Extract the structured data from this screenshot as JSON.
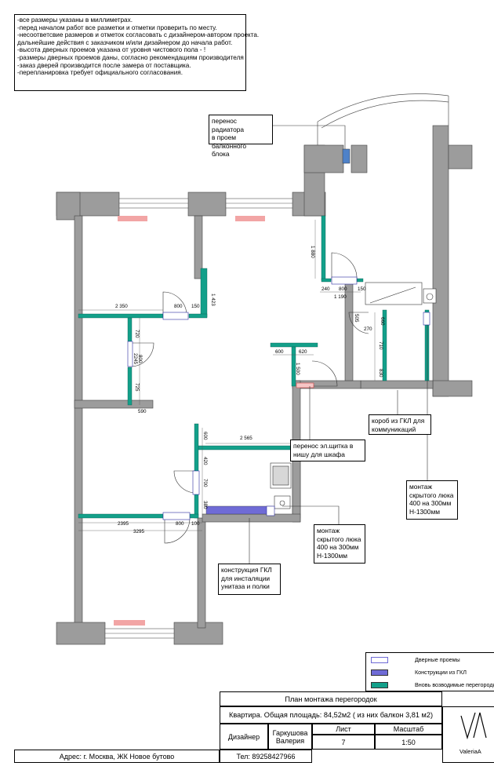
{
  "notes": [
    "-все размеры указаны в миллиметрах.",
    "-перед началом работ все разметки и отметки проверить по месту.",
    "-несоответсвие размеров и отметок согласовать с дизайнером-автором проекта.",
    "дальнейшие действия с заказчиком и/или дизайнером до начала работ.",
    "-высота дверных проемов указана от уровня чистового пола - !",
    "-размеры дверных проемов даны, согласно рекомендациям производителя",
    "-заказ дверей производится после замера от поставщика.",
    "-перепланировка требует официального согласования."
  ],
  "callouts": {
    "radiator": [
      "перенос радиатора",
      "в проем балконного",
      "блока"
    ],
    "panel": [
      "перенос эл.щитка в",
      "нишу для шкафа"
    ],
    "duct": [
      "короб из ГКЛ для",
      "коммуникаций"
    ],
    "hatch_right": [
      "монтаж",
      "скрытого люка",
      "400 на 300мм",
      "Н-1300мм"
    ],
    "hatch_center": [
      "монтаж",
      "скрытого люка",
      "400 на 300мм",
      "Н-1300мм"
    ],
    "gkl": [
      "конструкция ГКЛ",
      "для инсталяции",
      "унитаза и полки"
    ]
  },
  "dimensions": {
    "d2350": "2 350",
    "d800a": "800",
    "d150a": "150",
    "d1423": "1 423",
    "d720": "720",
    "d2245": "2245",
    "d800b": "800",
    "d725": "725",
    "d590": "590",
    "d1880": "1 880",
    "d240": "240",
    "d800c": "800",
    "d150b": "150",
    "d1190": "1 190",
    "d505": "505",
    "d660": "660",
    "d270": "270",
    "d710": "710",
    "d830": "830",
    "d600": "600",
    "d620": "620",
    "d1500": "1 500",
    "d600b": "600",
    "d2565": "2 565",
    "d420": "420",
    "d700": "700",
    "d380": "380",
    "d2395": "2395",
    "d800d": "800",
    "d100": "100",
    "d3295": "3295"
  },
  "legend": [
    {
      "label": "Дверные проемы",
      "color": "#ffffff"
    },
    {
      "label": "Конструкции из ГКЛ",
      "color": "#6f6bd6"
    },
    {
      "label": "Вновь возводимые перегородки",
      "color": "#13a08a"
    }
  ],
  "title_block": {
    "plan_title": "План монтажа перегородок",
    "apartment": "Квартира. Общая площадь: 84,52м2 ( из них балкон 3,81 м2)",
    "designer_label": "Дизайнер",
    "designer_name_1": "Гаркушова",
    "designer_name_2": "Валерия",
    "sheet_label": "Лист",
    "sheet_value": "7",
    "scale_label": "Масштаб",
    "scale_value": "1:50",
    "phone": "Тел: 89258427966",
    "address": "Адрес: г. Москва, ЖК Новое бутово",
    "logo_sub": "ValeriaA"
  },
  "colors": {
    "wall": "#9c9c9c",
    "new_partition": "#13a08a",
    "gkl": "#6f6bd6",
    "radiator": "#f2a5a5",
    "radiator_blue": "#4f82c9"
  }
}
